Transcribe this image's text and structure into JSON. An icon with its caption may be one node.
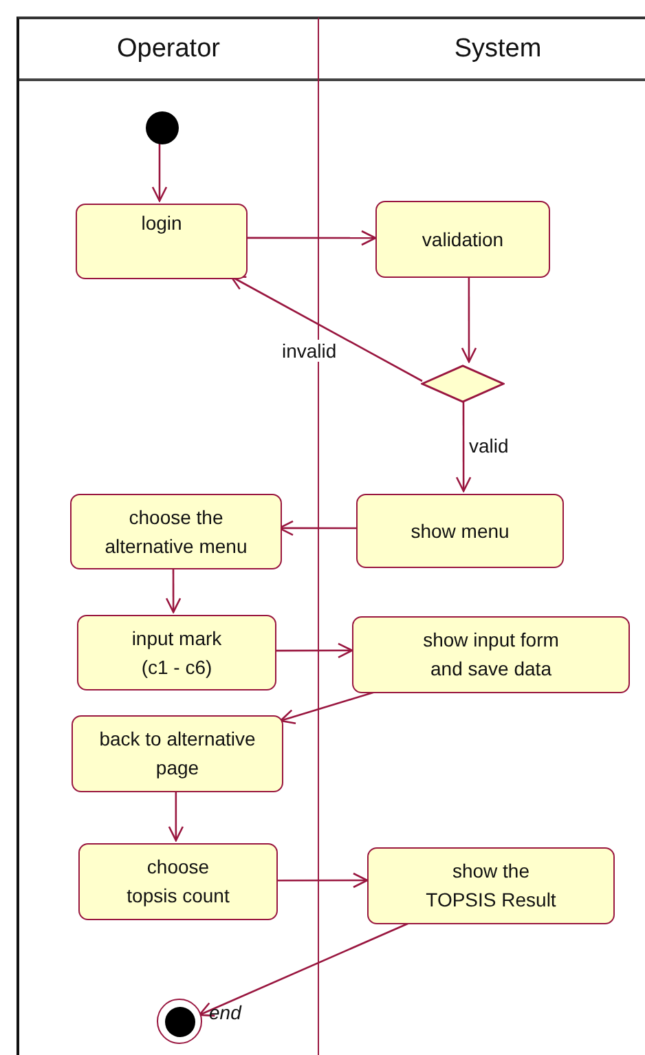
{
  "diagram": {
    "nodes": [
      {
        "text": [
          "Operator"
        ]
      },
      {
        "text": [
          "System"
        ]
      },
      {
        "text": [],
        "shape": "circle",
        "in": 0
      },
      {
        "text": [
          "login"
        ],
        "in": 0
      },
      {
        "text": [
          "validation"
        ],
        "in": 1
      },
      {
        "text": [],
        "shape": "diamond",
        "in": 1
      },
      {
        "text": [
          "choose the alternative menu"
        ],
        "in": 0
      },
      {
        "text": [
          "show menu"
        ],
        "in": 1
      },
      {
        "text": [
          "input mark (c1 - c6)"
        ],
        "in": 0
      },
      {
        "text": [
          "show input form and save data"
        ],
        "in": 1
      },
      {
        "text": [
          "back to alternative page"
        ],
        "in": 0
      },
      {
        "text": [
          "choose topsis count"
        ],
        "in": 0
      },
      {
        "text": [
          "show the TOPSIS Result"
        ],
        "in": 1
      },
      {
        "text": [],
        "shape": "circle",
        "in": 0,
        "beside": [
          "end"
        ]
      }
    ],
    "edges": [
      {
        "from": 2,
        "to": 3,
        "arrow": "to"
      },
      {
        "from": 3,
        "to": 4,
        "arrow": "to"
      },
      {
        "from": 4,
        "to": 5,
        "arrow": "to"
      },
      {
        "from": 5,
        "to": 3,
        "arrow": "to",
        "label": "invalid"
      },
      {
        "from": 5,
        "to": 7,
        "arrow": "to",
        "label": "valid"
      },
      {
        "from": 7,
        "to": 6,
        "arrow": "to"
      },
      {
        "from": 6,
        "to": 8,
        "arrow": "to"
      },
      {
        "from": 8,
        "to": 9,
        "arrow": "to"
      },
      {
        "from": 9,
        "to": 10,
        "arrow": "to"
      },
      {
        "from": 10,
        "to": 11,
        "arrow": "to"
      },
      {
        "from": 11,
        "to": 12,
        "arrow": "to"
      },
      {
        "from": 12,
        "to": 13,
        "arrow": "to"
      }
    ]
  }
}
